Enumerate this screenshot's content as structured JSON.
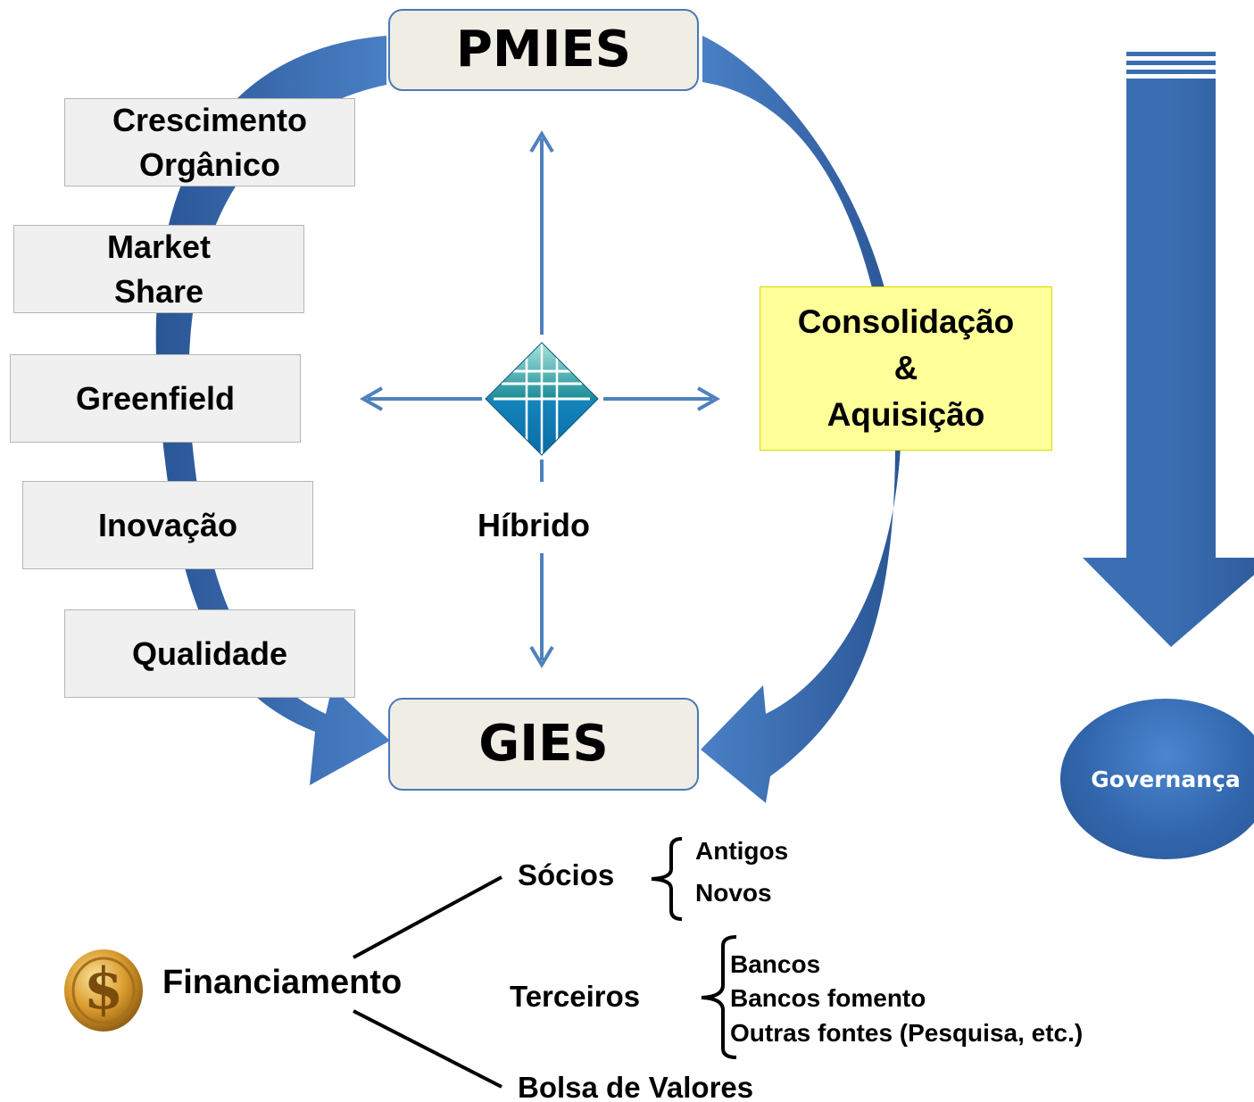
{
  "top_stage": "PMIES",
  "bottom_stage": "GIES",
  "organic_strategies": [
    {
      "lines": [
        "Crescimento",
        "Orgânico"
      ]
    },
    {
      "lines": [
        "Market",
        "Share"
      ]
    },
    {
      "lines": [
        "Greenfield"
      ]
    },
    {
      "lines": [
        "Inovação"
      ]
    },
    {
      "lines": [
        "Qualidade"
      ]
    }
  ],
  "consolidation": {
    "lines": [
      "Consolidação",
      "&",
      "Aquisição"
    ]
  },
  "hybrid_label": "Híbrido",
  "governance_label": "Governança",
  "financing": {
    "label": "Financiamento",
    "branches": {
      "socios": {
        "label": "Sócios",
        "items": [
          "Antigos",
          "Novos"
        ]
      },
      "terceiros": {
        "label": "Terceiros",
        "items": [
          "Bancos",
          "Bancos fomento",
          "Outras fontes (Pesquisa, etc.)"
        ]
      },
      "bolsa": {
        "label": "Bolsa de Valores"
      }
    }
  },
  "colors": {
    "arrow_blue": "#3a6cb0",
    "thin_arrow_blue": "#4f81bd",
    "stage_fill": "#efede4",
    "consolidation_fill": "#ffff99"
  }
}
